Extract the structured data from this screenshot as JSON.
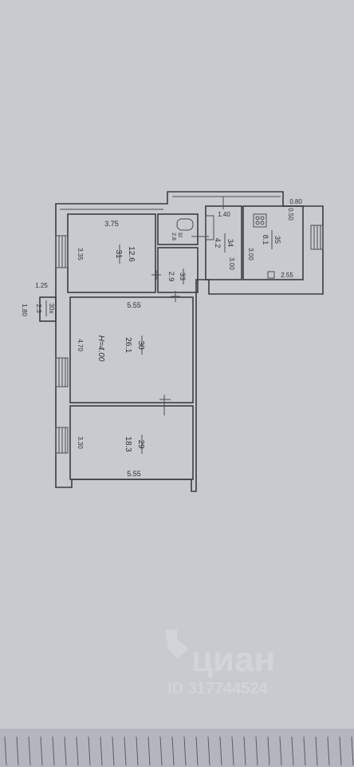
{
  "rooms": [
    {
      "id": "room-31",
      "number": "31",
      "area": "12.6",
      "width": "3.75",
      "depth": "3.35"
    },
    {
      "id": "room-32",
      "number": "32",
      "area": "2.8"
    },
    {
      "id": "room-33",
      "number": "33",
      "area": "2.9"
    },
    {
      "id": "room-34",
      "number": "34",
      "area": "4.2",
      "width": "1.40",
      "depth": "3.00"
    },
    {
      "id": "room-35",
      "number": "35",
      "area": "8.1",
      "width": "0.80",
      "depth": "0.50",
      "extra": "2.55",
      "inner": "3.00"
    },
    {
      "id": "room-30",
      "number": "30",
      "area": "26.1",
      "width": "5.55",
      "depth": "4.70",
      "height": "H=4.00"
    },
    {
      "id": "room-29",
      "number": "29",
      "area": "18.3",
      "width": "5.55",
      "depth": "3.30"
    },
    {
      "id": "room-30x",
      "number": "30х",
      "area": "2.3",
      "width": "1.25",
      "depth": "1.80"
    }
  ],
  "watermark": {
    "brand": "циан",
    "id_text": "ID 317744524"
  }
}
